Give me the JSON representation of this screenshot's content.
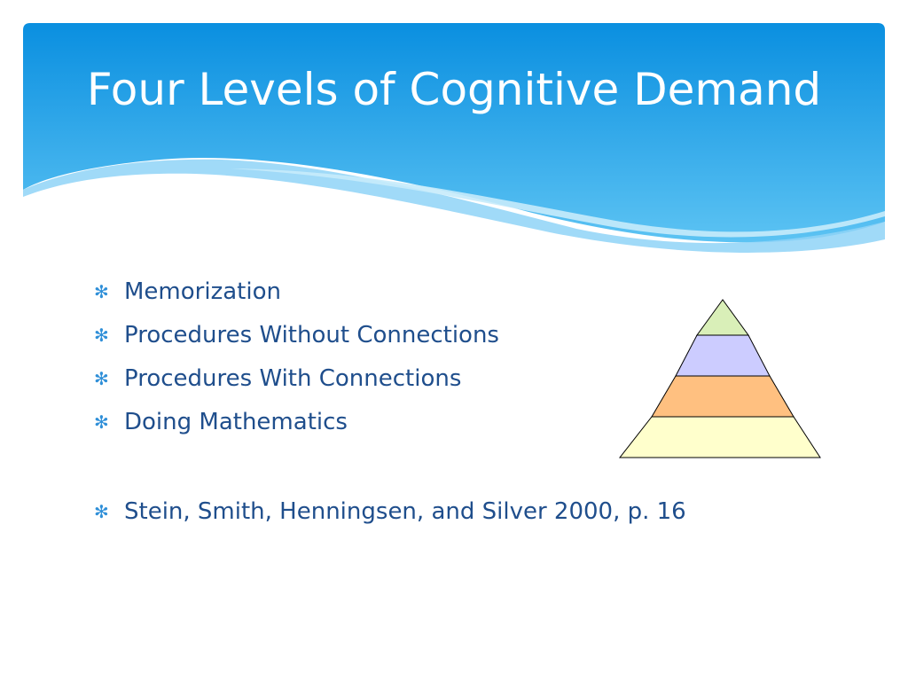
{
  "slide": {
    "title": "Four Levels of Cognitive Demand",
    "bullet_icon": "asterisk-bullet-icon",
    "bullets": [
      "Memorization",
      "Procedures Without Connections",
      "Procedures With Connections",
      "Doing Mathematics"
    ],
    "citation": "Stein, Smith, Henningsen, and Silver 2000, p. 16"
  },
  "colors": {
    "header_top": "#0a8fe0",
    "header_bottom": "#55bff2",
    "bullet_text": "#1f4e8c",
    "bullet_mark": "#2f8fd8",
    "pyramid_levels": [
      "#d9efb8",
      "#ccccff",
      "#ffc080",
      "#ffffcc"
    ]
  }
}
